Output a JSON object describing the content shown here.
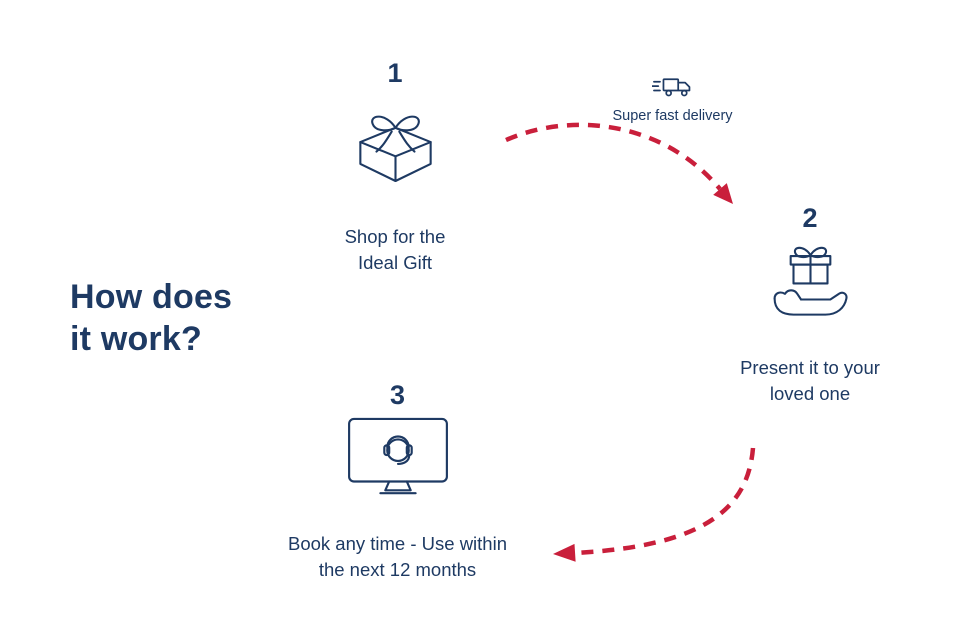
{
  "title": {
    "line1": "How does",
    "line2": "it work?"
  },
  "colors": {
    "navy": "#1e3a63",
    "red": "#c91f3b",
    "background": "#ffffff"
  },
  "delivery": {
    "label": "Super fast delivery",
    "icon": "delivery-truck-icon"
  },
  "steps": [
    {
      "number": "1",
      "icon": "gift-box-icon",
      "label_line1": "Shop for the",
      "label_line2": "Ideal Gift"
    },
    {
      "number": "2",
      "icon": "gift-in-hand-icon",
      "label_line1": "Present it to your",
      "label_line2": "loved one"
    },
    {
      "number": "3",
      "icon": "support-monitor-icon",
      "label_line1": "Book any time - Use within",
      "label_line2": "the next 12 months"
    }
  ]
}
